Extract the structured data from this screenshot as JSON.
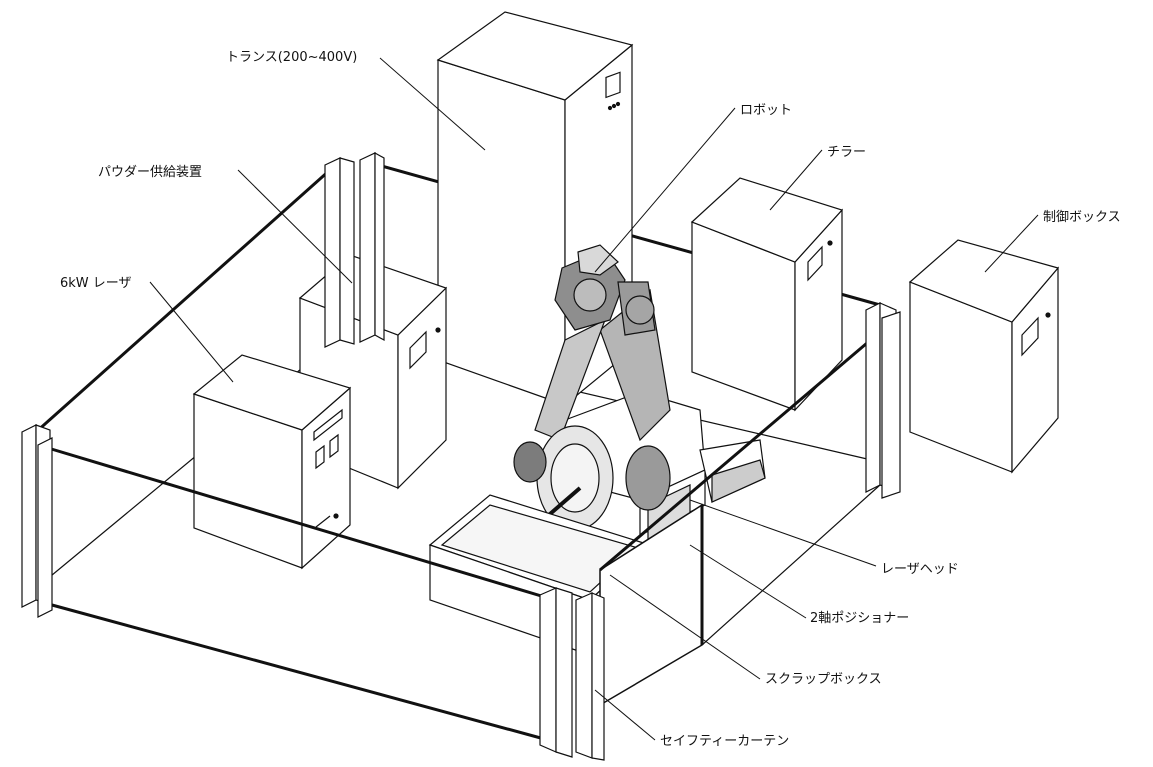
{
  "labels": {
    "transformer": "トランス(200~400V)",
    "robot": "ロボット",
    "chiller": "チラー",
    "control_box": "制御ボックス",
    "powder_feeder": "パウダー供給装置",
    "laser_6kw": "6kW レーザ",
    "laser_head": "レーザヘッド",
    "positioner": "2軸ポジショナー",
    "scrap_box": "スクラップボックス",
    "safety_curtain": "セイフティーカーテン"
  },
  "colors": {
    "line": "#111111",
    "fill": "#ffffff",
    "robot_shade": "#9a9a9a"
  }
}
